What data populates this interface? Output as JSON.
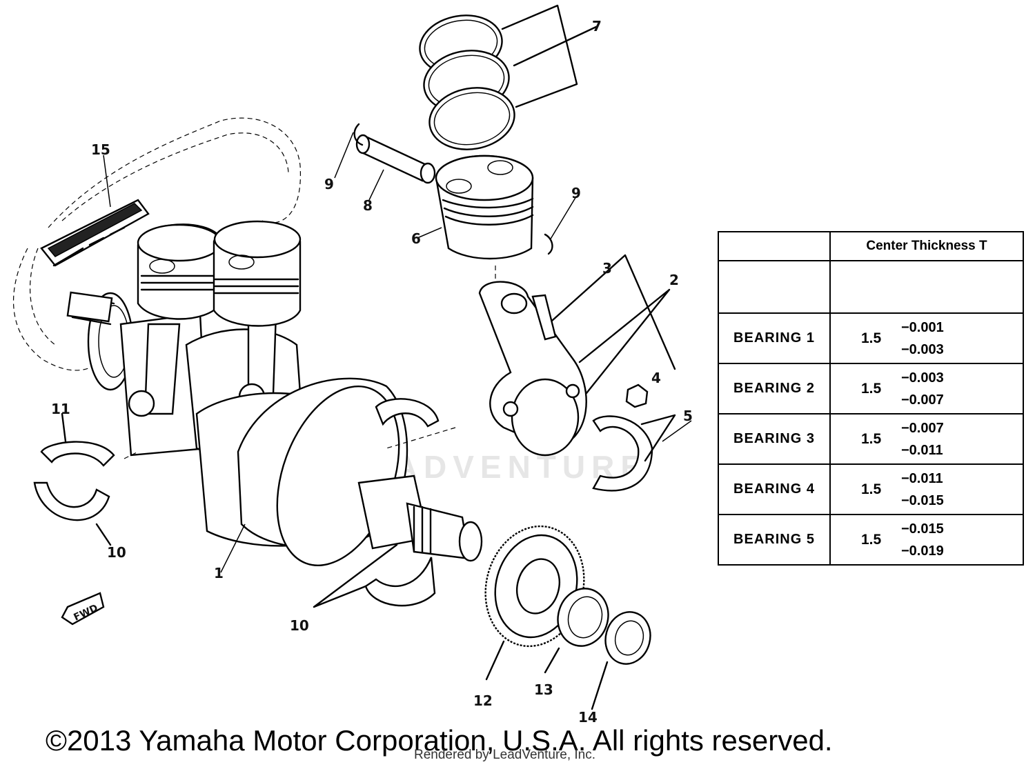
{
  "callouts": {
    "c1": "1",
    "c2": "2",
    "c3": "3",
    "c4": "4",
    "c5": "5",
    "c6": "6",
    "c7": "7",
    "c8": "8",
    "c9a": "9",
    "c9b": "9",
    "c10a": "10",
    "c10b": "10",
    "c11": "11",
    "c12": "12",
    "c13": "13",
    "c14": "14",
    "c15": "15"
  },
  "fwd_label": "FWD",
  "table": {
    "header": "Center Thickness T",
    "rows": [
      {
        "name": "BEARING 1",
        "nominal": "1.5",
        "upper": "−0.001",
        "lower": "−0.003"
      },
      {
        "name": "BEARING 2",
        "nominal": "1.5",
        "upper": "−0.003",
        "lower": "−0.007"
      },
      {
        "name": "BEARING 3",
        "nominal": "1.5",
        "upper": "−0.007",
        "lower": "−0.011"
      },
      {
        "name": "BEARING 4",
        "nominal": "1.5",
        "upper": "−0.011",
        "lower": "−0.015"
      },
      {
        "name": "BEARING 5",
        "nominal": "1.5",
        "upper": "−0.015",
        "lower": "−0.019"
      }
    ]
  },
  "watermark": "LEADVENTURE",
  "copyright": "©2013 Yamaha Motor Corporation, U.S.A. All rights reserved.",
  "rendered_by": "Rendered by LeadVenture, Inc."
}
